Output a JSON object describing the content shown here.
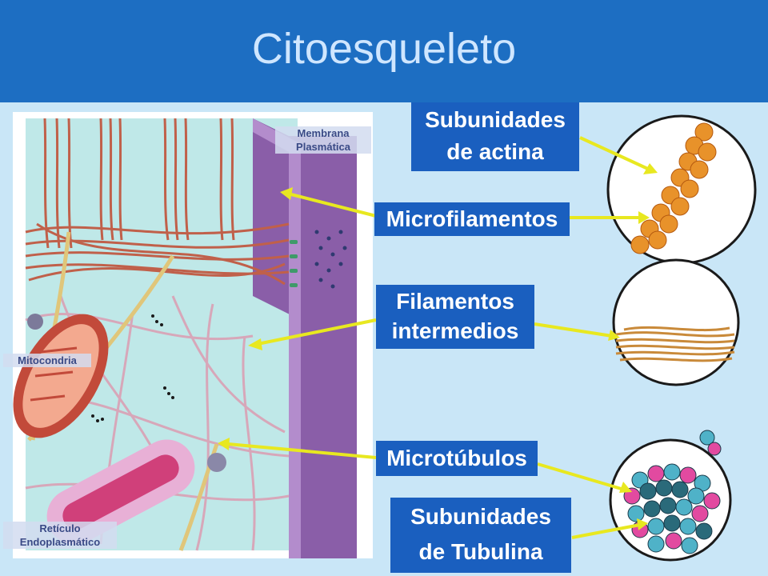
{
  "title": "Citoesqueleto",
  "labels": {
    "subunidades_actina": [
      "Subunidades",
      "de actina"
    ],
    "microfilamentos": "Microfilamentos",
    "filamentos_intermedios": [
      "Filamentos",
      "intermedios"
    ],
    "microtubulos": "Microtúbulos",
    "subunidades_tubulina": [
      "Subunidades",
      "de Tubulina"
    ],
    "membrana": [
      "Membrana",
      "Plasmática"
    ],
    "mitocondria": "Mitocondria",
    "reticulo": [
      "Retículo",
      "Endoplasmático"
    ]
  },
  "colors": {
    "header": "#1d6ec2",
    "background": "#c9e6f7",
    "label_box": "#1a5fbf",
    "arrow": "#e8e820",
    "actin": "#e8922a",
    "filament": "#c0604a",
    "membrane": "#8a5ea8",
    "tubulin_a": "#4fb2c8",
    "tubulin_b": "#e24aa0"
  }
}
